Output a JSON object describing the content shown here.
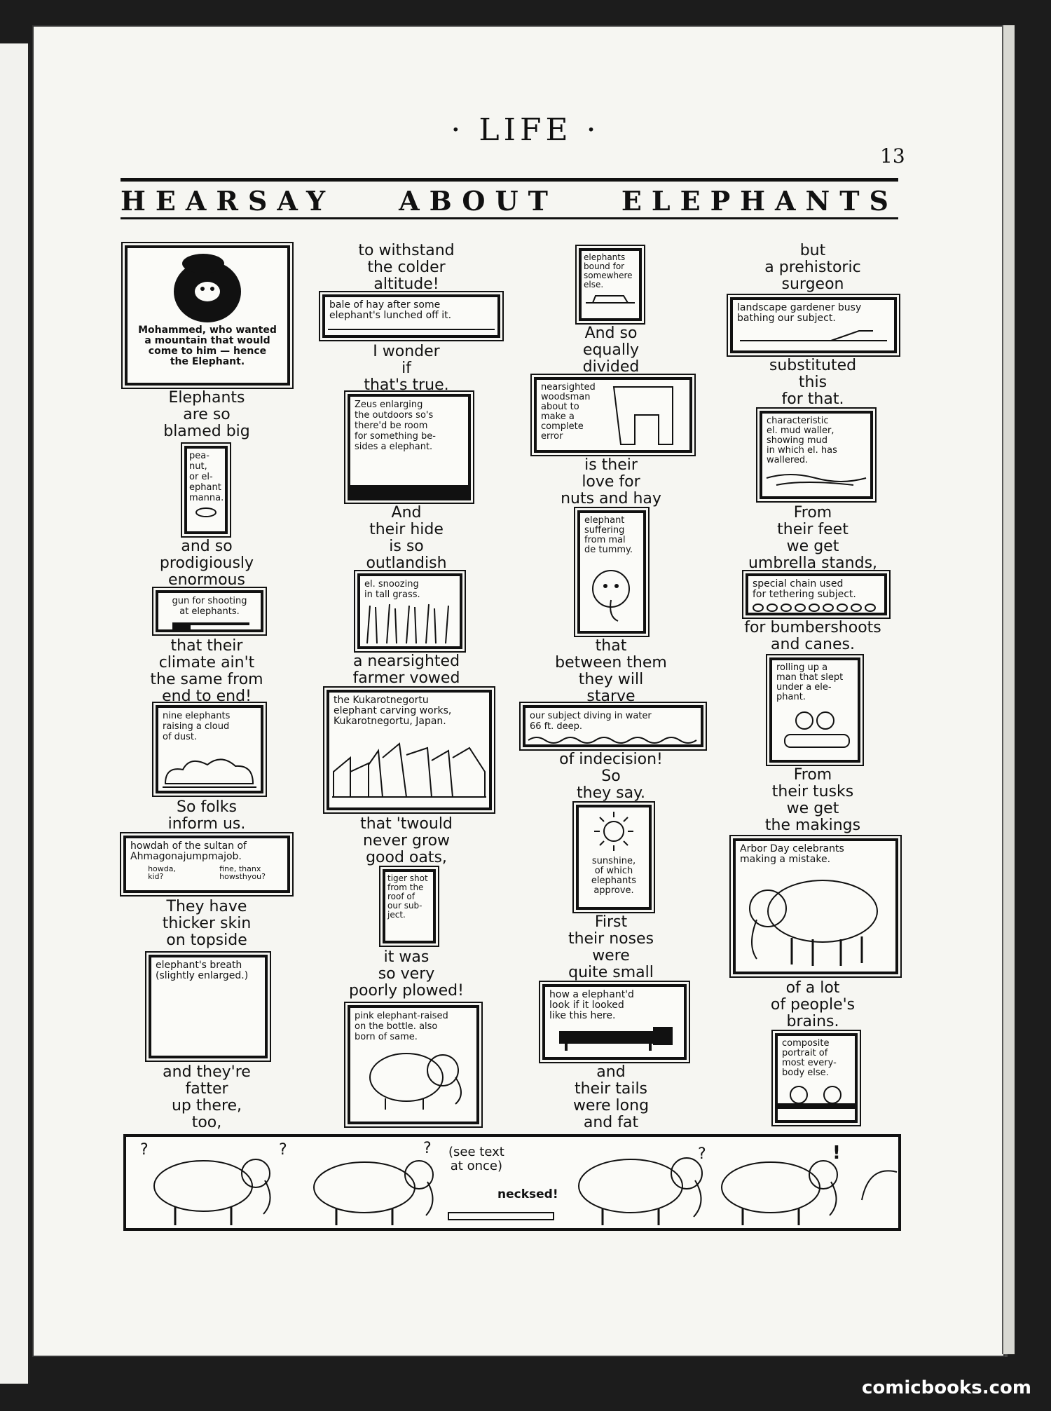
{
  "magazine": {
    "title": "· LIFE ·",
    "page_number": "13"
  },
  "headline": [
    "HEARSAY",
    "ABOUT",
    "ELEPHANTS"
  ],
  "columns": {
    "col1": {
      "panel_mohammed": "Mohammed, who wanted\na mountain that would\ncome to him — hence\nthe Elephant.",
      "cap_1": "Elephants\nare so\nblamed big",
      "panel_peanut": "pea-\nnut,\nor el-\nephant\nmanna.",
      "cap_2": "and so\nprodigiously\nenormous",
      "panel_gun": "gun for shooting\nat elephants.",
      "cap_3": "that their\nclimate ain't\nthe same from\nend to end!",
      "panel_dust": "nine elephants\nraising a cloud\nof dust.",
      "cap_4": "So folks\ninform us.",
      "panel_howdah": "howdah of the sultan of\nAhmagonajumpmajob.",
      "howdah_left": "howda,\nkid?",
      "howdah_right": "fine, thanx\nhowsthyou?",
      "cap_5": "They have\nthicker skin\non topside",
      "panel_breath": "elephant's breath\n(slightly enlarged.)",
      "cap_6": "and they're\nfatter\nup there,\ntoo,"
    },
    "col2": {
      "cap_1": "to withstand\nthe colder\naltitude!",
      "panel_hay": "bale of hay after some\nelephant's lunched off it.",
      "cap_2": "I wonder\nif\nthat's true.",
      "panel_zeus": "Zeus enlarging\nthe outdoors so's\nthere'd be room\nfor something be-\nsides a elephant.",
      "cap_3": "And\ntheir hide\nis so\noutlandish",
      "panel_grass": "el. snoozing\nin tall grass.",
      "cap_4": "a nearsighted\nfarmer vowed",
      "panel_works": "the Kukarotnegortu\nelephant carving works,\nKukarotnegortu, Japan.",
      "cap_5": "that 'twould\nnever grow\ngood oats,",
      "panel_tiger": "tiger shot\nfrom the\nroof of\nour sub-\nject.",
      "cap_6": "it was\nso very\npoorly plowed!",
      "panel_pink": "pink elephant-raised\non the bottle. also\nborn of same."
    },
    "col3": {
      "panel_bound": "elephants\nbound for\nsomewhere\nelse.",
      "cap_1": "And so\nequally\ndivided",
      "panel_woodsman": "nearsighted\nwoodsman\nabout to\nmake a\ncomplete\nerror",
      "cap_2": "is their\nlove for\nnuts and hay",
      "panel_suffering": "elephant\nsuffering\nfrom mal\nde tummy.",
      "cap_3": "that\nbetween them\nthey will\nstarve",
      "panel_diving": "our subject diving in water\n66 ft. deep.",
      "cap_4": "of indecision!\nSo\nthey say.",
      "panel_sunshine": "sunshine,\nof which\nelephants\napprove.",
      "cap_5": "First\ntheir noses\nwere\nquite small",
      "panel_looks": "how a elephant'd\nlook if it looked\nlike this here.",
      "cap_6": "and\ntheir tails\nwere long\nand fat"
    },
    "col4": {
      "cap_1": "but\na prehistoric\nsurgeon",
      "panel_gardener": "landscape gardener busy\nbathing our subject.",
      "cap_2": "substituted\nthis\nfor that.",
      "panel_mud": "characteristic\nel. mud waller,\nshowing mud\nin which el. has\nwallered.",
      "cap_3": "From\ntheir feet\nwe get\numbrella stands,",
      "panel_chain": "special chain used\nfor tethering subject.",
      "cap_4": "for bumbershoots\nand canes.",
      "panel_rolling": "rolling up a\nman that slept\nunder a ele-\nphant.",
      "cap_5": "From\ntheir tusks\nwe get\nthe makings",
      "panel_arbor": "Arbor Day celebrants\nmaking a mistake.",
      "cap_6": "of a lot\nof people's\nbrains.",
      "panel_composite": "composite\nportrait of\nmost every-\nbody else."
    }
  },
  "strip": {
    "note": "(see text\nat once)",
    "sub": "necksed!",
    "marks": [
      "?",
      "?",
      "?",
      "?",
      "!"
    ]
  },
  "watermark": "comicbooks.com",
  "colors": {
    "ink": "#111111",
    "paper": "#f6f6f2",
    "background": "#1c1c1c"
  }
}
